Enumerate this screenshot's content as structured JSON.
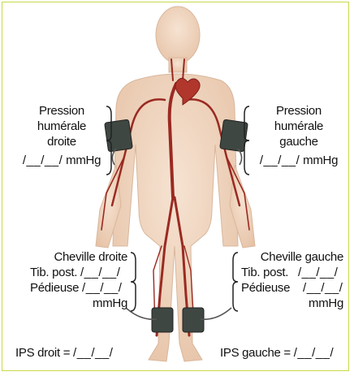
{
  "labels": {
    "right_arm": {
      "line1": "Pression",
      "line2": "humérale",
      "line3": "droite",
      "blank": "/__/__/",
      "unit": "mmHg"
    },
    "left_arm": {
      "line1": "Pression",
      "line2": "humérale",
      "line3": "gauche",
      "blank": "/__/__/",
      "unit": "mmHg"
    },
    "right_ankle": {
      "title": "Cheville droite",
      "tib": "Tib. post.",
      "tib_blank": "/__/__/",
      "ped": "Pédieuse",
      "ped_blank": "/__/__/",
      "unit": "mmHg"
    },
    "left_ankle": {
      "title": "Cheville gauche",
      "tib": "Tib. post.",
      "tib_blank": "/__/__/",
      "ped": "Pédieuse",
      "ped_blank": "/__/__/",
      "unit": "mmHg"
    },
    "ips_right": {
      "label": "IPS droit =",
      "blank": "/__/__/"
    },
    "ips_left": {
      "label": "IPS gauche =",
      "blank": "/__/__/"
    }
  },
  "colors": {
    "skin": "#f1d9c4",
    "artery": "#9a2a22",
    "cuff": "#3e4742",
    "border": "#c9d94a"
  }
}
